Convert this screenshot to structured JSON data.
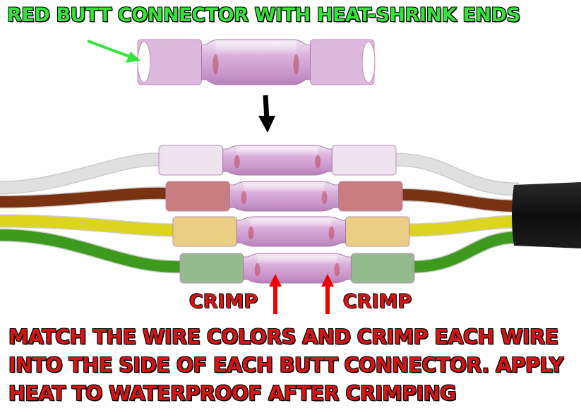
{
  "title": "RED BUTT CONNECTOR WITH HEAT-SHRINK ENDS",
  "crimp_labels": [
    "CRIMP",
    "CRIMP"
  ],
  "instructions": [
    "MATCH THE WIRE COLORS AND CRIMP EACH WIRE",
    "INTO THE SIDE OF EACH BUTT CONNECTOR. APPLY",
    "HEAT TO WATERPROOF AFTER CRIMPING"
  ],
  "colors": {
    "title_text": "#35e33a",
    "label_text": "#d31515",
    "pointer_arrow": "#35e33a",
    "crimp_arrow": "#f00000",
    "down_arrow": "#000000",
    "connector_tube": "#dcb6dc",
    "cable_jacket": "#121212"
  },
  "wires": [
    {
      "name": "white",
      "color": "#e0e0e0",
      "heat_shrink_end": "#efe2ef"
    },
    {
      "name": "brown",
      "color": "#7a3312",
      "heat_shrink_end": "#c7777a"
    },
    {
      "name": "yellow",
      "color": "#dcd41e",
      "heat_shrink_end": "#e8cc7d"
    },
    {
      "name": "green",
      "color": "#3e9a1c",
      "heat_shrink_end": "#8fb889"
    }
  ]
}
